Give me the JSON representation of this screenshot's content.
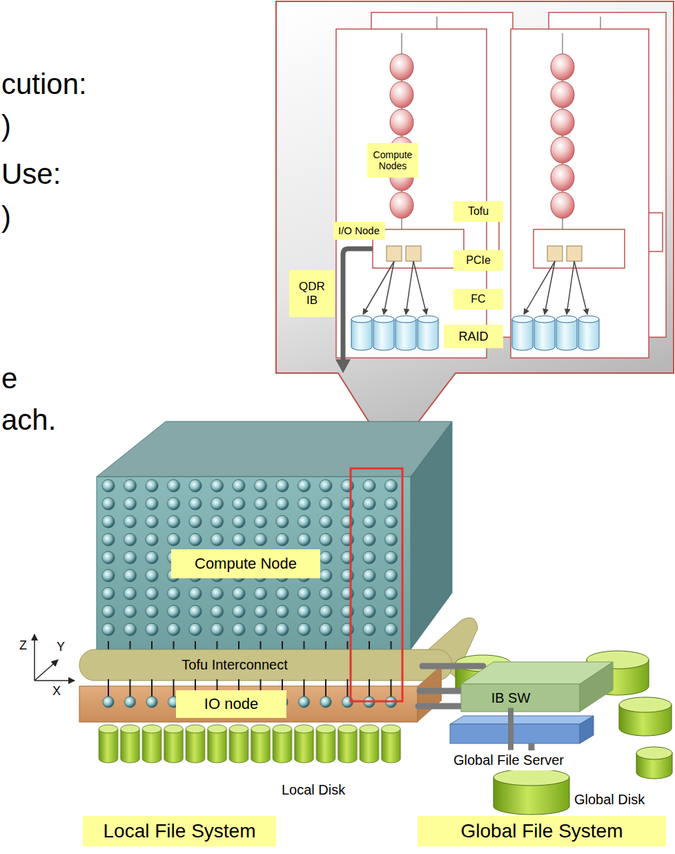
{
  "diagram": {
    "nodes": [
      {
        "text": [
          "Compute Nodes"
        ]
      },
      {
        "text": [
          "Tofu"
        ]
      },
      {
        "text": [
          "I/O Node"
        ]
      },
      {
        "text": [
          "PCIe"
        ]
      },
      {
        "text": [
          "QDR IB"
        ]
      },
      {
        "text": [
          "FC"
        ]
      },
      {
        "text": [
          "RAID"
        ]
      },
      {
        "text": [
          "Compute Node"
        ]
      },
      {
        "text": [
          "Tofu Interconnect"
        ]
      },
      {
        "text": [
          "IO node"
        ]
      },
      {
        "text": [
          "IB SW"
        ]
      },
      {
        "text": [
          "Global File Server"
        ]
      },
      {
        "text": [
          "Local File System"
        ]
      },
      {
        "text": [
          "Global File System"
        ]
      }
    ],
    "edges": [
      {
        "from": 10,
        "to": 11,
        "arrow": "none"
      }
    ],
    "labels": [
      "cution:",
      ")",
      "Use:",
      ")",
      "e",
      "ach.",
      "Z",
      "Y",
      "X",
      "Local Disk",
      "Global Disk"
    ]
  }
}
